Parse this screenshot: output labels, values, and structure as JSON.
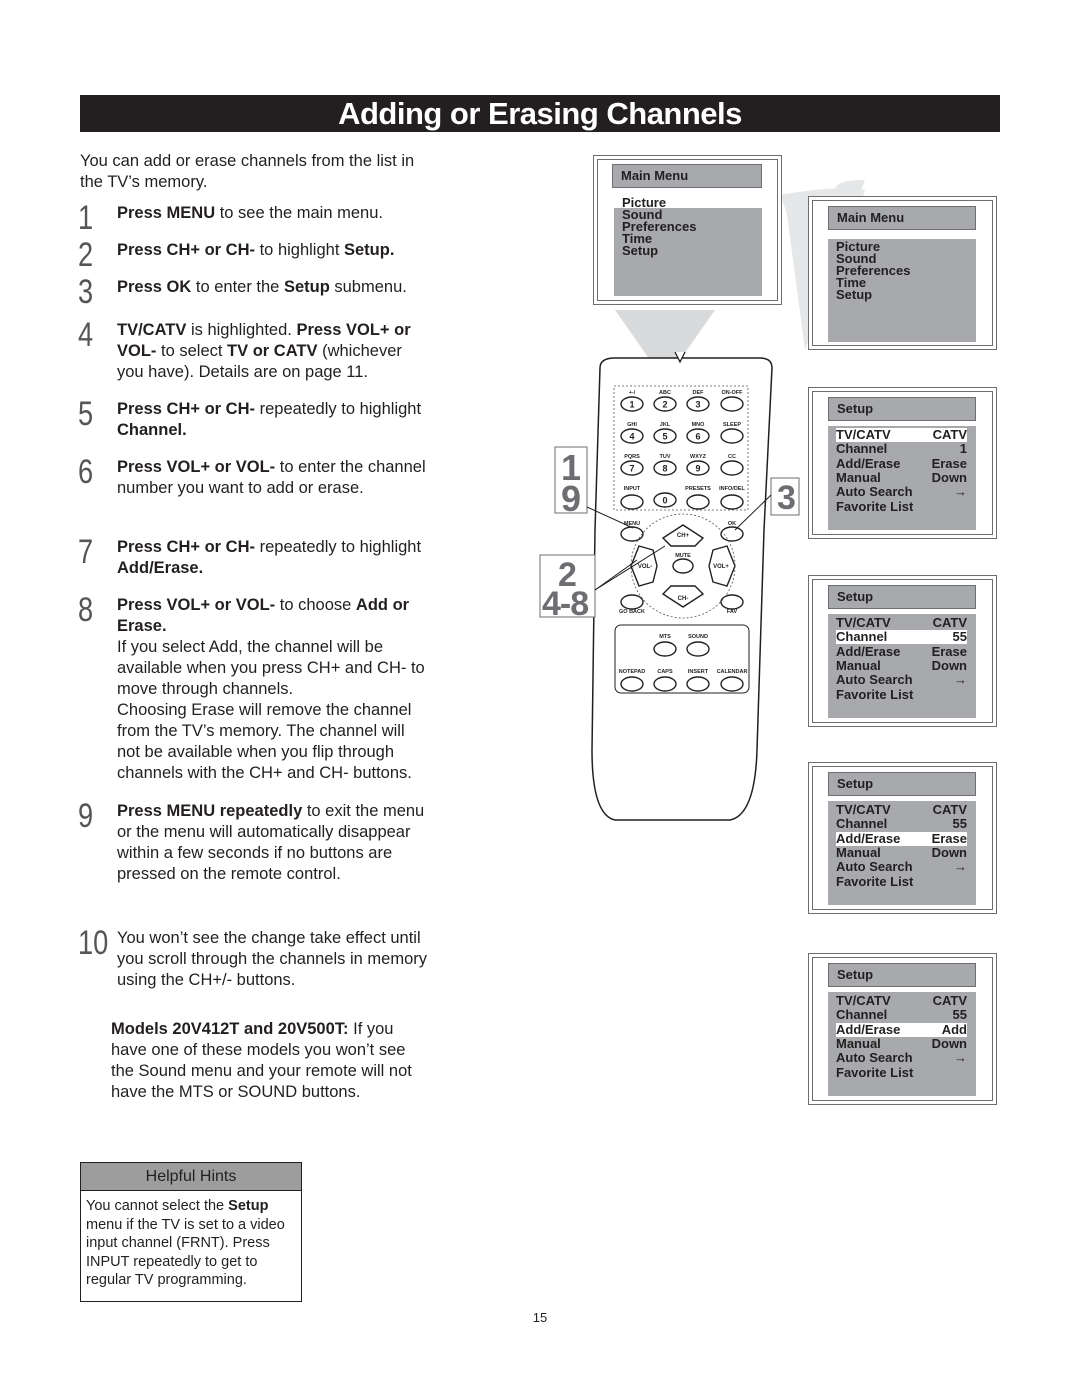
{
  "title": "Adding or Erasing Channels",
  "intro": "You can add or erase channels from the list in the TV’s memory.",
  "steps": [
    {
      "num": "1",
      "parts": [
        [
          "b",
          "Press MENU"
        ],
        [
          "n",
          " to see the main menu."
        ]
      ]
    },
    {
      "num": "2",
      "parts": [
        [
          "b",
          "Press CH+ or CH-"
        ],
        [
          "n",
          " to highlight "
        ],
        [
          "b",
          "Setup."
        ]
      ]
    },
    {
      "num": "3",
      "parts": [
        [
          "b",
          "Press OK"
        ],
        [
          "n",
          " to enter the "
        ],
        [
          "b",
          "Setup"
        ],
        [
          "n",
          " submenu."
        ]
      ]
    },
    {
      "num": "4",
      "parts": [
        [
          "b",
          "TV/CATV"
        ],
        [
          "n",
          " is highlighted. "
        ],
        [
          "b",
          "Press VOL+ or VOL-"
        ],
        [
          "n",
          " to select "
        ],
        [
          "b",
          "TV or CATV"
        ],
        [
          "n",
          " (whichever you have). Details are on page 11."
        ]
      ]
    },
    {
      "num": "5",
      "parts": [
        [
          "b",
          "Press CH+ or CH-"
        ],
        [
          "n",
          " repeatedly to highlight "
        ],
        [
          "b",
          "Channel."
        ]
      ]
    },
    {
      "num": "6",
      "parts": [
        [
          "b",
          "Press VOL+ or VOL-"
        ],
        [
          "n",
          " to enter the channel number you want to add or erase."
        ]
      ]
    },
    {
      "num": "7",
      "parts": [
        [
          "b",
          "Press CH+ or CH-"
        ],
        [
          "n",
          " repeatedly to highlight "
        ],
        [
          "b",
          "Add/Erase."
        ]
      ]
    },
    {
      "num": "8",
      "parts": [
        [
          "b",
          "Press VOL+ or VOL-"
        ],
        [
          "n",
          " to choose "
        ],
        [
          "b",
          "Add or Erase."
        ],
        [
          "br",
          ""
        ],
        [
          "n",
          "If you select Add, the channel will be available when you press CH+ and CH- to move through channels."
        ],
        [
          "br",
          ""
        ],
        [
          "n",
          "Choosing Erase will remove the channel from the TV’s memory. The channel will not be available when you flip through channels with the CH+ and CH- buttons."
        ]
      ]
    },
    {
      "num": "9",
      "parts": [
        [
          "b",
          "Press MENU repeatedly"
        ],
        [
          "n",
          " to exit the menu or the menu will automatically disappear within a few seconds if no buttons are pressed on the remote control."
        ]
      ]
    },
    {
      "num": "10",
      "parts": [
        [
          "n",
          "You won’t see the change take effect until you scroll through the channels in memory using the CH+/- buttons."
        ]
      ]
    }
  ],
  "models_note": {
    "bold": "Models 20V412T and 20V500T:",
    "text": " If you have one of these models you won’t see the Sound menu and your remote will not have the MTS or SOUND buttons."
  },
  "hints": {
    "header": "Helpful Hints",
    "parts": [
      [
        "n",
        "You cannot select the "
      ],
      [
        "b",
        "Setup"
      ],
      [
        "n",
        " menu if the TV is set to a video input channel (FRNT). Press INPUT repeatedly to get to regular TV programming."
      ]
    ]
  },
  "page_number": "15",
  "main_menu": {
    "header": "Main Menu",
    "items": [
      "Picture",
      "Sound",
      "Preferences",
      "Time",
      "Setup"
    ]
  },
  "setup_screens": [
    {
      "header": "Setup",
      "rows": [
        [
          "TV/CATV",
          "CATV"
        ],
        [
          "Channel",
          "1"
        ],
        [
          "Add/Erase",
          "Erase"
        ],
        [
          "Manual",
          "Down"
        ],
        [
          "Auto Search",
          "→"
        ],
        [
          "Favorite List",
          ""
        ]
      ],
      "highlight": 0
    },
    {
      "header": "Setup",
      "rows": [
        [
          "TV/CATV",
          "CATV"
        ],
        [
          "Channel",
          "55"
        ],
        [
          "Add/Erase",
          "Erase"
        ],
        [
          "Manual",
          "Down"
        ],
        [
          "Auto Search",
          "→"
        ],
        [
          "Favorite List",
          ""
        ]
      ],
      "highlight": 1
    },
    {
      "header": "Setup",
      "rows": [
        [
          "TV/CATV",
          "CATV"
        ],
        [
          "Channel",
          "55"
        ],
        [
          "Add/Erase",
          "Erase"
        ],
        [
          "Manual",
          "Down"
        ],
        [
          "Auto Search",
          "→"
        ],
        [
          "Favorite List",
          ""
        ]
      ],
      "highlight": 2
    },
    {
      "header": "Setup",
      "rows": [
        [
          "TV/CATV",
          "CATV"
        ],
        [
          "Channel",
          "55"
        ],
        [
          "Add/Erase",
          "Add"
        ],
        [
          "Manual",
          "Down"
        ],
        [
          "Auto Search",
          "→"
        ],
        [
          "Favorite List",
          ""
        ]
      ],
      "highlight": 2
    }
  ],
  "remote": {
    "row1_labels": [
      "+-/",
      "ABC",
      "DEF",
      "ON-OFF"
    ],
    "row1_digits": [
      "1",
      "2",
      "3"
    ],
    "row2_labels": [
      "GHI",
      "JKL",
      "MNO",
      "SLEEP"
    ],
    "row2_digits": [
      "4",
      "5",
      "6"
    ],
    "row3_labels": [
      "PQRS",
      "TUV",
      "WXYZ",
      "CC"
    ],
    "row3_digits": [
      "7",
      "8",
      "9"
    ],
    "row4_labels": [
      "INPUT",
      "PRESETS",
      "INFO/DEL"
    ],
    "zero": "0",
    "menu": "MENU",
    "ok": "OK",
    "chup": "CH+",
    "chdn": "CH-",
    "volup": "VOL+",
    "voldn": "VOL-",
    "mute": "MUTE",
    "goback": "GO BACK",
    "fav": "FAV",
    "mts": "MTS",
    "sound": "SOUND",
    "bottom_labels": [
      "NOTEPAD",
      "CAPS",
      "INSERT",
      "CALENDAR"
    ]
  },
  "callouts": {
    "left_top": "1",
    "left_mid": "9",
    "right": "3",
    "bottom_a": "2",
    "bottom_b": "4-8"
  }
}
